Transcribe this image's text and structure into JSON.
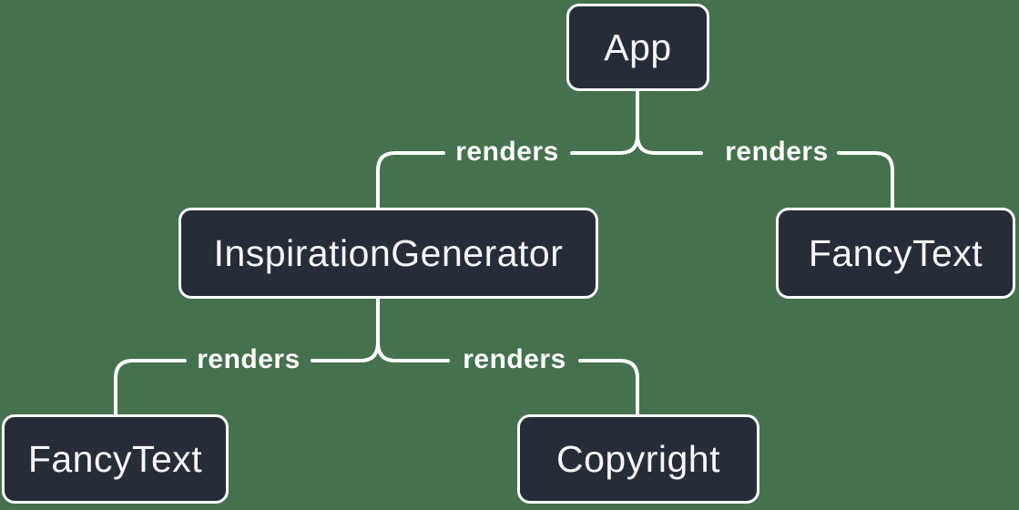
{
  "diagram": {
    "type": "tree",
    "description": "React component render tree",
    "nodes": [
      {
        "id": "app",
        "label": "App"
      },
      {
        "id": "inspiration-generator",
        "label": "InspirationGenerator"
      },
      {
        "id": "fancy-text-right",
        "label": "FancyText"
      },
      {
        "id": "fancy-text-left",
        "label": "FancyText"
      },
      {
        "id": "copyright",
        "label": "Copyright"
      }
    ],
    "edges": [
      {
        "from": "app",
        "to": "inspiration-generator",
        "label": "renders"
      },
      {
        "from": "app",
        "to": "fancy-text-right",
        "label": "renders"
      },
      {
        "from": "inspiration-generator",
        "to": "fancy-text-left",
        "label": "renders"
      },
      {
        "from": "inspiration-generator",
        "to": "copyright",
        "label": "renders"
      }
    ],
    "colors": {
      "background": "#46714F",
      "node_fill": "#272D38",
      "node_border": "#FFFFFF",
      "text": "#F6F7F9",
      "line": "#FFFFFF"
    }
  }
}
